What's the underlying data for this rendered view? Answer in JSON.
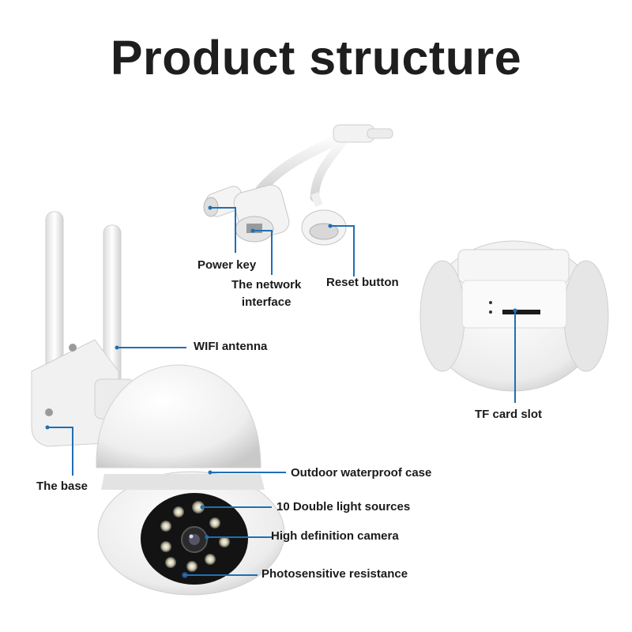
{
  "title": "Product structure",
  "labels": {
    "power_key": "Power key",
    "network_interface": [
      "The network",
      "interface"
    ],
    "reset_button": "Reset button",
    "wifi_antenna": "WIFI antenna",
    "tf_card_slot": "TF card slot",
    "the_base": "The base",
    "outdoor_case": "Outdoor waterproof case",
    "light_sources": "10 Double light sources",
    "hd_camera": "High definition camera",
    "photosensitive": "Photosensitive resistance"
  },
  "colors": {
    "leader_line": "#1f6fb5",
    "body_white": "#f4f4f4",
    "lens_black": "#111111"
  }
}
